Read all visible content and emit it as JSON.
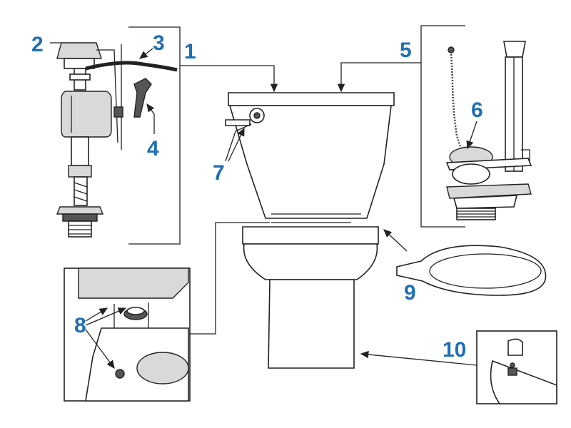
{
  "callouts": [
    {
      "id": "1",
      "text": "1"
    },
    {
      "id": "2",
      "text": "2"
    },
    {
      "id": "3",
      "text": "3"
    },
    {
      "id": "4",
      "text": "4"
    },
    {
      "id": "5",
      "text": "5"
    },
    {
      "id": "6",
      "text": "6"
    },
    {
      "id": "7",
      "text": "7"
    },
    {
      "id": "8",
      "text": "8"
    },
    {
      "id": "9",
      "text": "9"
    },
    {
      "id": "10",
      "text": "10"
    }
  ],
  "colors": {
    "callout_blue": "#1f6fb3",
    "line": "#222222",
    "background": "#ffffff"
  },
  "icons": [
    "fill-valve",
    "refill-tube",
    "refill-clip",
    "flush-valve",
    "flapper",
    "trip-lever",
    "tank-bolts-gasket",
    "toilet-seat",
    "bolt-cap"
  ]
}
